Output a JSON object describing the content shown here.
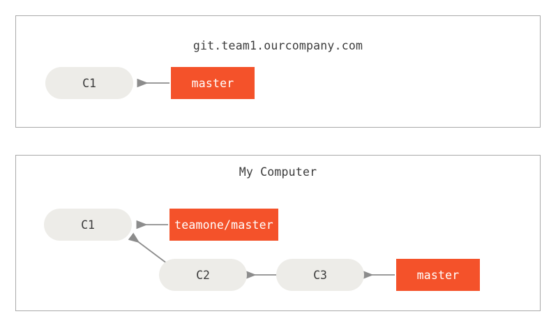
{
  "figure": {
    "caption_type": "git-branching-diagram",
    "accent_color": "#f4522a",
    "node_color": "#edece8",
    "edge_color": "#8c8c8c",
    "panel_border_color": "#a9a9a9"
  },
  "panels": [
    {
      "id": "remote",
      "title": "git.team1.ourcompany.com",
      "commits": [
        {
          "label": "C1"
        }
      ],
      "branches": [
        {
          "label": "master"
        }
      ]
    },
    {
      "id": "local",
      "title": "My Computer",
      "commits": [
        {
          "label": "C1"
        },
        {
          "label": "C2"
        },
        {
          "label": "C3"
        }
      ],
      "branches": [
        {
          "label": "teamone/master"
        },
        {
          "label": "master"
        }
      ]
    }
  ]
}
